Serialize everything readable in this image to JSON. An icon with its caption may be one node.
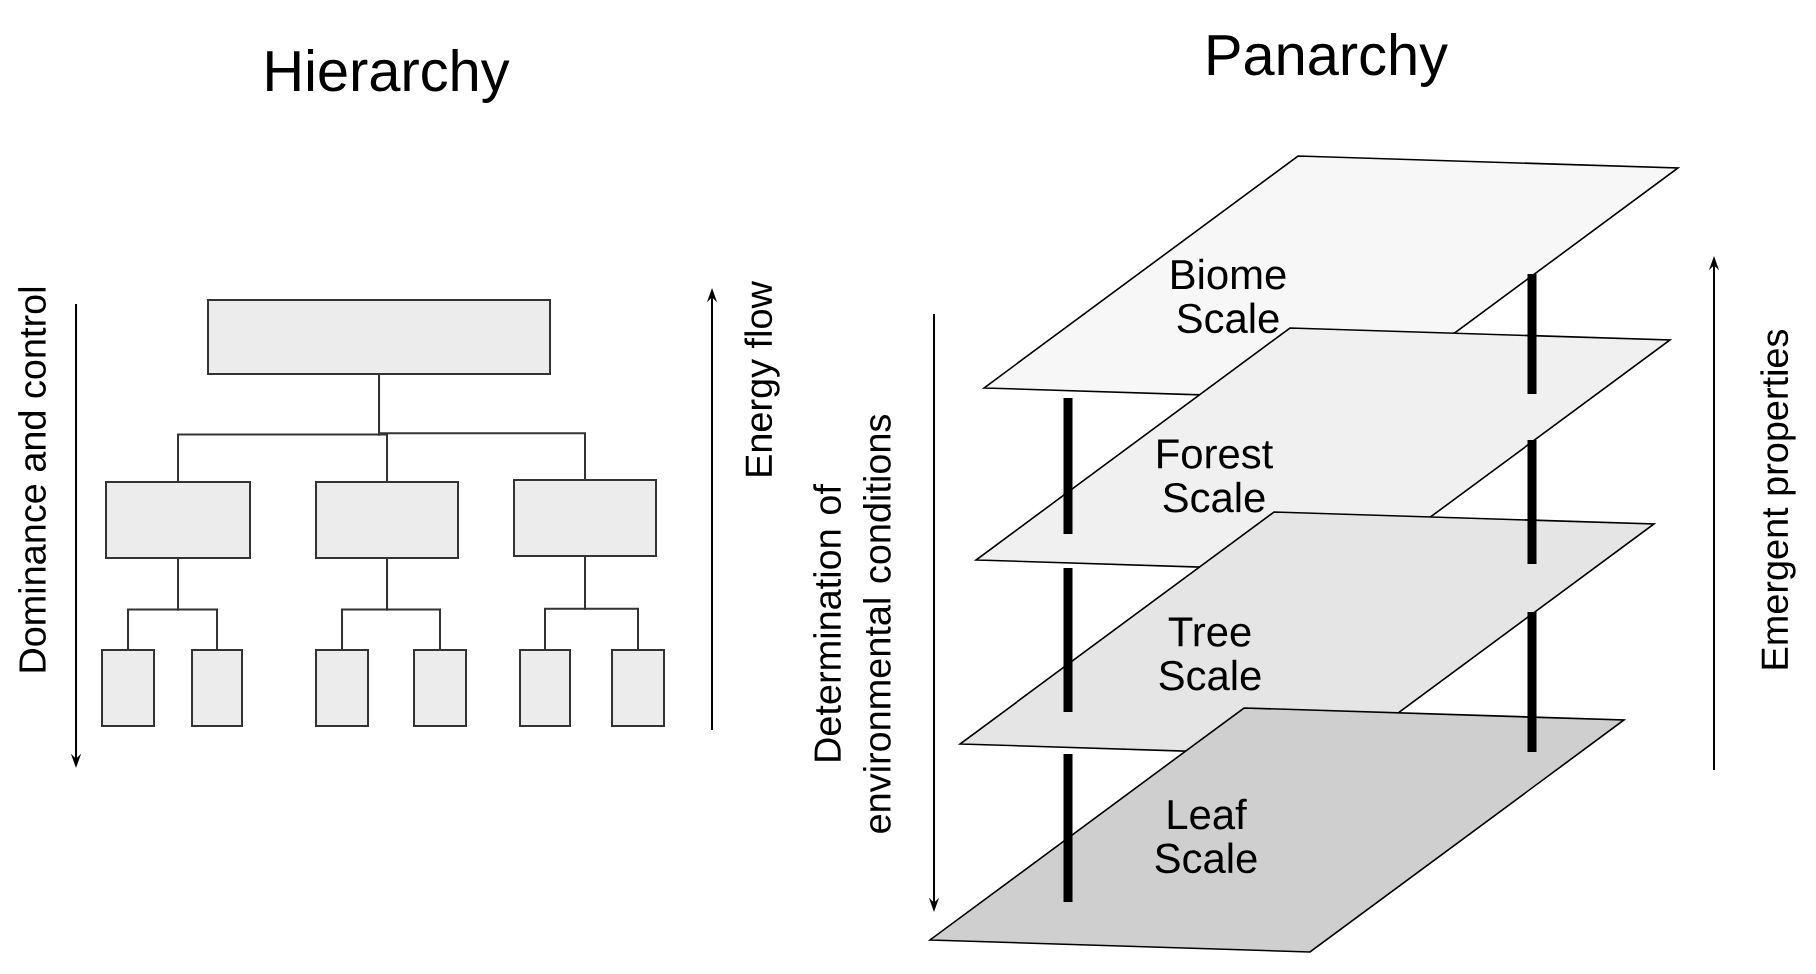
{
  "diagram": {
    "nodes": [
      {
        "text": [],
        "shape": "box"
      },
      {
        "text": [],
        "shape": "box"
      },
      {
        "text": [],
        "shape": "box"
      },
      {
        "text": [],
        "shape": "box"
      },
      {
        "text": [],
        "shape": "box"
      },
      {
        "text": [],
        "shape": "box"
      },
      {
        "text": [],
        "shape": "box"
      },
      {
        "text": [],
        "shape": "box"
      },
      {
        "text": [],
        "shape": "box"
      },
      {
        "text": [],
        "shape": "box"
      },
      {
        "text": [
          "Biome Scale"
        ]
      },
      {
        "text": [
          "Forest Scale"
        ]
      },
      {
        "text": [
          "Tree Scale"
        ]
      },
      {
        "text": [
          "Leaf Scale"
        ]
      }
    ],
    "edges": [
      {
        "from": 0,
        "to": 1,
        "arrow": "none"
      },
      {
        "from": 0,
        "to": 2,
        "arrow": "none"
      },
      {
        "from": 0,
        "to": 3,
        "arrow": "none"
      },
      {
        "from": 1,
        "to": 4,
        "arrow": "none"
      },
      {
        "from": 1,
        "to": 5,
        "arrow": "none"
      },
      {
        "from": 2,
        "to": 6,
        "arrow": "none"
      },
      {
        "from": 2,
        "to": 7,
        "arrow": "none"
      },
      {
        "from": 3,
        "to": 8,
        "arrow": "none"
      },
      {
        "from": 3,
        "to": 9,
        "arrow": "none"
      },
      {
        "from": 10,
        "to": 11,
        "arrow": "none",
        "style": "thick"
      },
      {
        "from": 10,
        "to": 11,
        "arrow": "none",
        "style": "thick"
      },
      {
        "from": 11,
        "to": 12,
        "arrow": "none",
        "style": "thick"
      },
      {
        "from": 11,
        "to": 12,
        "arrow": "none",
        "style": "thick"
      },
      {
        "from": 12,
        "to": 13,
        "arrow": "none",
        "style": "thick"
      },
      {
        "from": 12,
        "to": 13,
        "arrow": "none",
        "style": "thick"
      }
    ],
    "labels": [
      "Hierarchy",
      "Panarchy",
      "Dominance and control",
      "Energy flow",
      "Determination of environmental conditions",
      "Emergent properties"
    ]
  }
}
